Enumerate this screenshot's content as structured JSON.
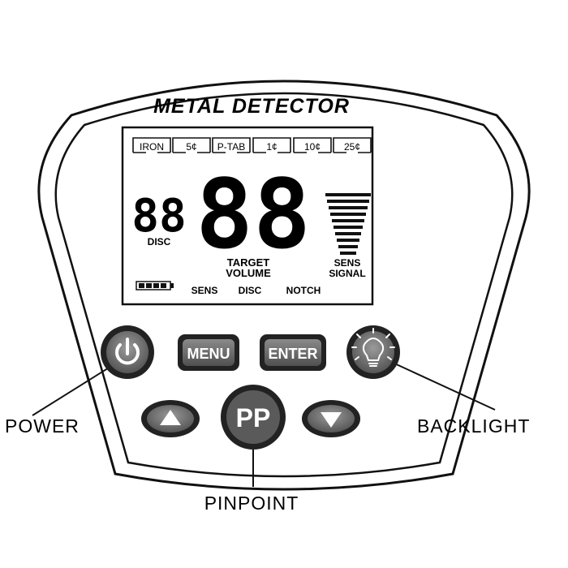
{
  "device": {
    "brand": "METAL DETECTOR"
  },
  "lcd": {
    "targets": [
      "IRON",
      "5¢",
      "P-TAB",
      "1¢",
      "10¢",
      "25¢"
    ],
    "disc_digits": "88",
    "disc_label": "DISC",
    "main_digits": "88",
    "target_label": "TARGET",
    "volume_label": "VOLUME",
    "sens_label": "SENS",
    "signal_label": "SIGNAL",
    "mode_sens": "SENS",
    "mode_disc": "DISC",
    "mode_notch": "NOTCH"
  },
  "buttons": {
    "menu_label": "MENU",
    "enter_label": "ENTER",
    "pinpoint_label": "PP",
    "power_icon": "power-icon",
    "backlight_icon": "lightbulb-icon",
    "up_icon": "triangle-up-icon",
    "down_icon": "triangle-down-icon"
  },
  "callouts": {
    "power": "POWER",
    "backlight": "BACKLIGHT",
    "pinpoint": "PINPOINT"
  }
}
